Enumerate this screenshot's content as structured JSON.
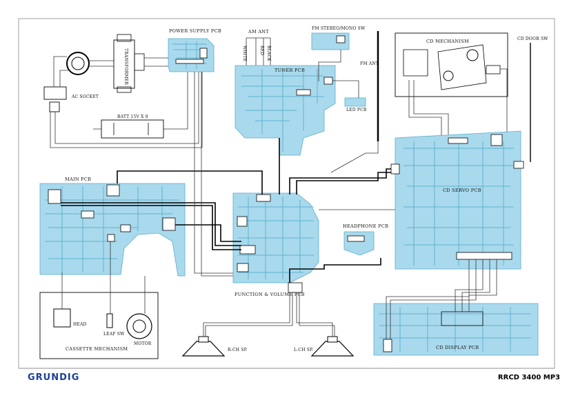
{
  "footer": {
    "brand": "GRUNDIG",
    "model": "RRCD 3400 MP3"
  },
  "labels": {
    "power_supply_pcb": "POWER SUPPLY PCB",
    "transformer": "TRANSFORMER",
    "ac_socket": "AC SOCKET",
    "batt": "BATT 15V X 8",
    "am_ant": "AM ANT",
    "white": "WHITE",
    "red": "RED",
    "black": "BLACK",
    "fm_stereo_mono_sw": "FM STEREO/MONO SW",
    "tuner_pcb": "TUNER PCB",
    "led_pcb": "LED PCB",
    "fm_ant": "FM ANT",
    "cd_mechanism": "CD MECHANISM",
    "cd_door_sw": "CD DOOR SW",
    "main_pcb": "MAIN PCB",
    "cd_servo_pcb": "CD SERVO PCB",
    "headphone_pcb": "HEADPHONE PCB",
    "function_volume_pcb": "FUNCTION & VOLUME PCB",
    "cassette_mechanism": "CASSETTE MECHANISM",
    "head": "HEAD",
    "leaf_sw": "LEAF SW",
    "motor": "MOTOR",
    "r_ch_sp": "R-CH SP.",
    "l_ch_sp": "L-CH SP.",
    "cd_display_pcb": "CD DISPLAY PCB"
  },
  "colors": {
    "pcb_fill": "#a9d9ec",
    "pcb_trace": "#5fb2d2",
    "brand": "#1b3f99",
    "wire": "#000000"
  }
}
